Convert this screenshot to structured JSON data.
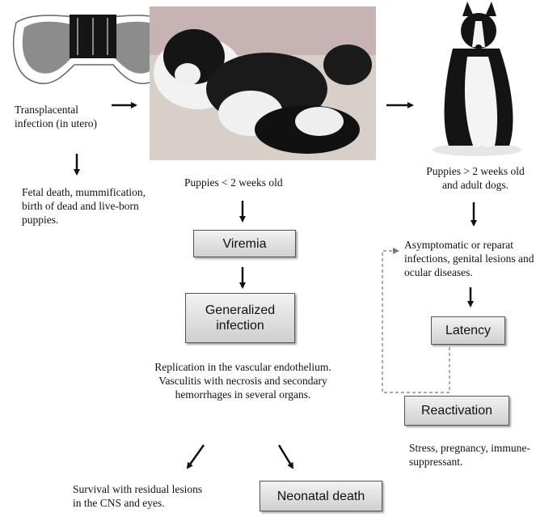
{
  "labels": {
    "transplacental": "Transplacental infection (in utero)",
    "fetal_outcome": "Fetal death, mummification, birth of dead and live-born puppies.",
    "puppies_young": "Puppies < 2 weeks old",
    "puppies_old": "Puppies > 2 weeks old and adult dogs.",
    "asymptomatic": "Asymptomatic or reparat infections, genital lesions and ocular diseases.",
    "replication": "Replication in the vascular endothelium. Vasculitis with necrosis and secondary hemorrhages in several organs.",
    "stress": "Stress, pregnancy, immune-suppressant.",
    "survival": "Survival with residual lesions in the CNS and eyes."
  },
  "boxes": {
    "viremia": "Viremia",
    "generalized": "Generalized infection",
    "latency": "Latency",
    "reactivation": "Reactivation",
    "neonatal_death": "Neonatal death"
  }
}
